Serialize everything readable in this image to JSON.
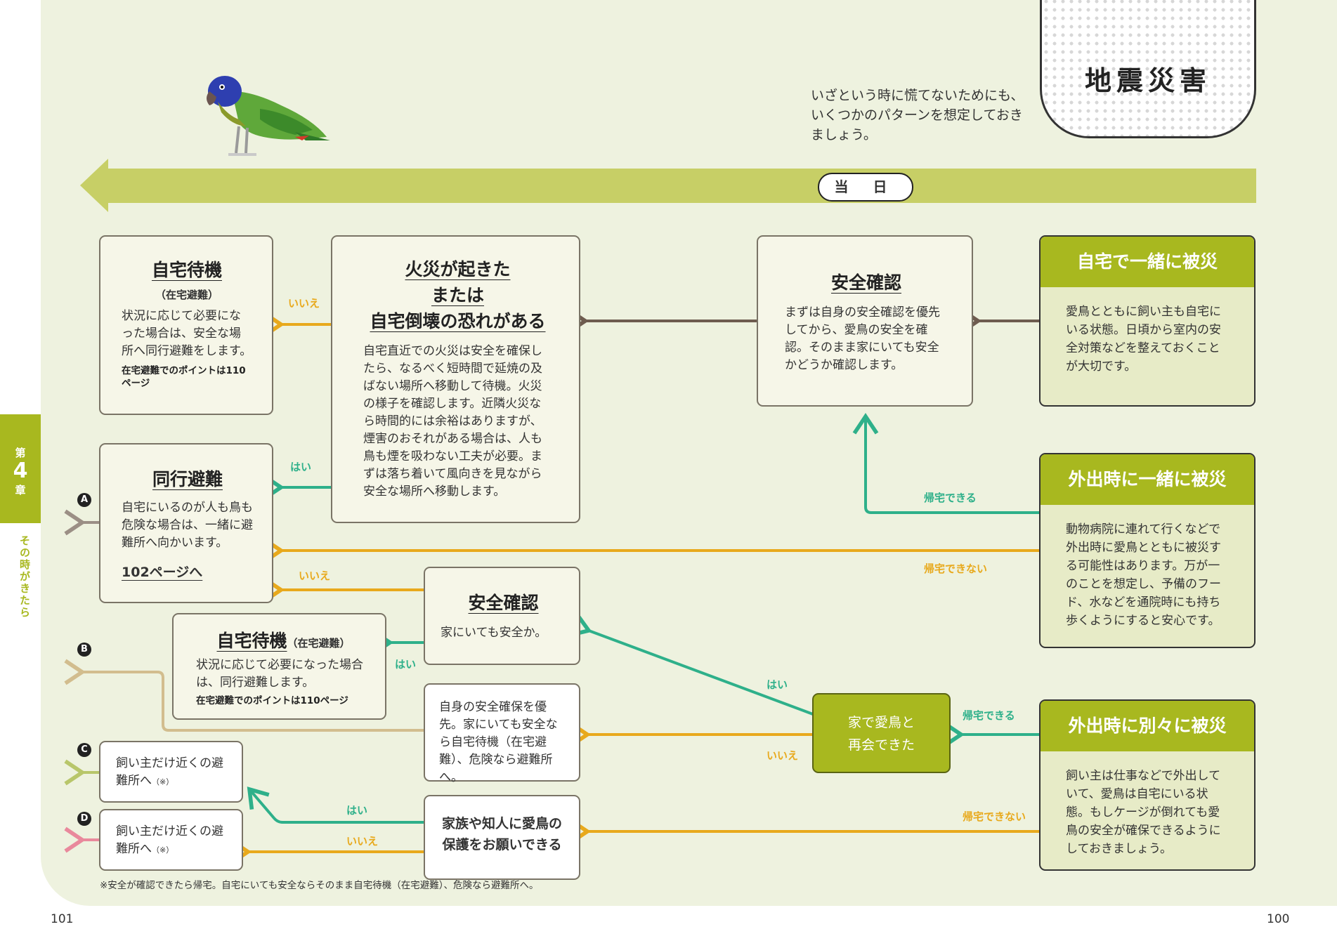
{
  "title": "地震災害",
  "intro": "いざという時に慌てないためにも、いくつかのパターンを想定しておきましょう。",
  "timeline_label": "当 日",
  "chapter": {
    "prefix": "第",
    "number": "4",
    "suffix": "章",
    "subtitle": "その時がきたら"
  },
  "scenarios": [
    {
      "title": "自宅で一緒に被災",
      "text": "愛鳥とともに飼い主も自宅にいる状態。日頃から室内の安全対策などを整えておくことが大切です。"
    },
    {
      "title": "外出時に一緒に被災",
      "text": "動物病院に連れて行くなどで外出時に愛鳥とともに被災する可能性はあります。万が一のことを想定し、予備のフード、水などを通院時にも持ち歩くようにすると安心です。"
    },
    {
      "title": "外出時に別々に被災",
      "text": "飼い主は仕事などで外出していて、愛鳥は自宅にいる状態。もしケージが倒れても愛鳥の安全が確保できるようにしておきましょう。"
    }
  ],
  "safety_check_top": {
    "title": "安全確認",
    "text": "まずは自身の安全確認を優先してから、愛鳥の安全を確認。そのまま家にいても安全かどうか確認します。"
  },
  "fire": {
    "title_lines": [
      "火災が起きた",
      "または",
      "自宅倒壊の恐れがある"
    ],
    "text": "自宅直近での火災は安全を確保したら、なるべく短時間で延焼の及ばない場所へ移動して待機。火災の様子を確認します。近隣火災なら時間的には余裕はありますが、煙害のおそれがある場合は、人も鳥も煙を吸わない工夫が必要。まずは落ち着いて風向きを見ながら安全な場所へ移動します。"
  },
  "home_wait_1": {
    "title": "自宅待機",
    "sub": "（在宅避難）",
    "text": "状況に応じて必要になった場合は、安全な場所へ同行避難をします。",
    "note": "在宅避難でのポイントは110ページ"
  },
  "evac": {
    "title": "同行避難",
    "text": "自宅にいるのが人も鳥も危険な場合は、一緒に避難所へ向かいます。",
    "link": "102ページへ"
  },
  "safety_check_mid": {
    "title": "安全確認",
    "text": "家にいても安全か。"
  },
  "home_wait_2": {
    "title": "自宅待機",
    "sub": "（在宅避難）",
    "text": "状況に応じて必要になった場合は、同行避難します。",
    "note": "在宅避難でのポイントは110ページ"
  },
  "self_safety": {
    "text": "自身の安全確保を優先。家にいても安全なら自宅待機（在宅避難）、危険なら避難所へ。"
  },
  "reunion": {
    "text_lines": [
      "家で愛鳥と",
      "再会できた"
    ]
  },
  "family": {
    "text_lines": [
      "家族や知人に愛鳥の",
      "保護をお願いできる"
    ]
  },
  "shelter_c": {
    "text": "飼い主だけ近くの避難所へ",
    "mark": "（※）"
  },
  "shelter_d": {
    "text": "飼い主だけ近くの避難所へ",
    "mark": "（※）"
  },
  "markers": [
    "A",
    "B",
    "C",
    "D"
  ],
  "labels": {
    "no": "いいえ",
    "yes": "はい",
    "can_return": "帰宅できる",
    "cannot_return": "帰宅できない"
  },
  "footnote": "※安全が確認できたら帰宅。自宅にいても安全ならそのまま自宅待機（在宅避難）、危険なら避難所へ。",
  "page_left": "101",
  "page_right": "100",
  "colors": {
    "yes": "#2eb08a",
    "no": "#e8a91c",
    "neutral": "#6e5c4f",
    "accent": "#a8b81f",
    "bar": "#c7cf66",
    "a": "#9b8f85",
    "b": "#d2bd8e",
    "c": "#b8c66a",
    "d": "#e9899c"
  }
}
